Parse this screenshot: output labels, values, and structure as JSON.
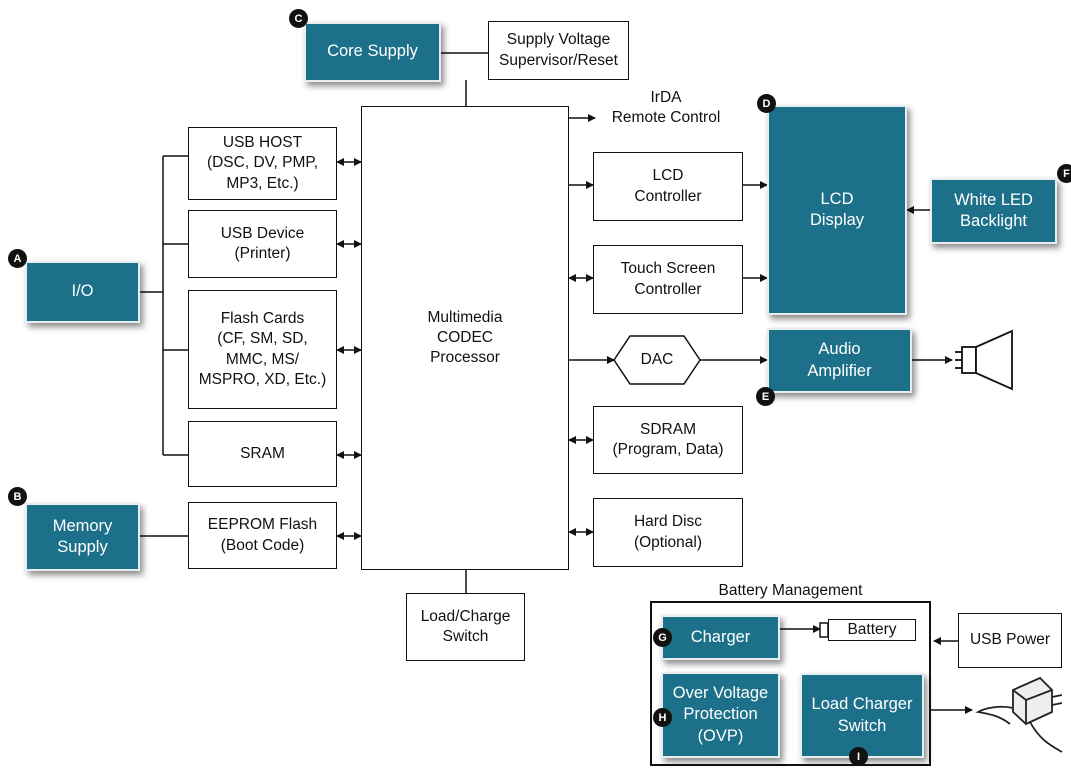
{
  "badges": {
    "a": "A",
    "b": "B",
    "c": "C",
    "d": "D",
    "e": "E",
    "f": "F",
    "g": "G",
    "h": "H",
    "i": "I"
  },
  "blocks": {
    "core_supply": "Core Supply",
    "supervisor": "Supply Voltage\nSupervisor/Reset",
    "irda": "IrDA\nRemote Control",
    "usb_host": "USB HOST\n(DSC, DV, PMP,\nMP3, Etc.)",
    "usb_device": "USB Device\n(Printer)",
    "flash_cards": "Flash Cards\n(CF, SM, SD,\nMMC, MS/\nMSPRO, XD, Etc.)",
    "sram": "SRAM",
    "eeprom": "EEPROM Flash\n(Boot Code)",
    "io": "I/O",
    "memory_supply": "Memory\nSupply",
    "processor": "Multimedia\nCODEC\nProcessor",
    "lcd_controller": "LCD\nController",
    "touch_controller": "Touch Screen\nController",
    "dac": "DAC",
    "sdram": "SDRAM\n(Program, Data)",
    "hard_disc": "Hard Disc\n(Optional)",
    "lcd_display": "LCD\nDisplay",
    "white_led": "White LED\nBacklight",
    "audio_amp": "Audio\nAmplifier",
    "load_charge_switch": "Load/Charge\nSwitch",
    "battery_mgmt_title": "Battery Management",
    "charger": "Charger",
    "battery": "Battery",
    "usb_power": "USB Power",
    "ovp": "Over Voltage\nProtection\n(OVP)",
    "load_charger_switch": "Load Charger\nSwitch"
  },
  "icons": [
    "speaker-icon",
    "ac-adapter-icon",
    "battery-icon"
  ],
  "colors": {
    "block_fill": "#1d7089",
    "line": "#111111"
  }
}
